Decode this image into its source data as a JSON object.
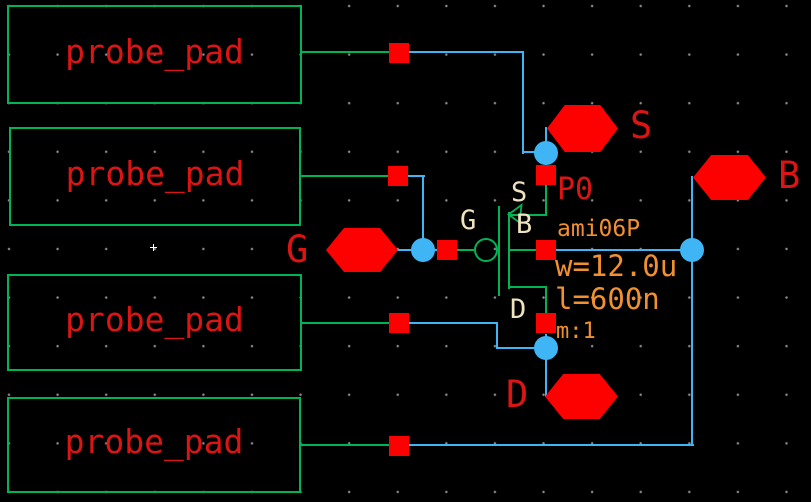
{
  "colors": {
    "canvas_bg": "#000000",
    "grid_dot": "#8f8f8f",
    "wire_blue": "#40b5f5",
    "device_green": "#00b455",
    "pin_red": "#fd0000",
    "text_red": "#dc1414",
    "terminal_cream": "#f0e2c0",
    "param_orange": "#f09030"
  },
  "probe_pads": [
    {
      "label": "probe_pad"
    },
    {
      "label": "probe_pad"
    },
    {
      "label": "probe_pad"
    },
    {
      "label": "probe_pad"
    }
  ],
  "transistor": {
    "instance_name": "P0",
    "model": "ami06P",
    "width_param": "w=12.0u",
    "length_param": "l=600n",
    "multiplier_param": "m:1",
    "terminals": {
      "source": "S",
      "gate": "G",
      "bulk": "B",
      "drain": "D"
    }
  },
  "ports": [
    {
      "name": "S"
    },
    {
      "name": "B"
    },
    {
      "name": "G"
    },
    {
      "name": "D"
    }
  ]
}
